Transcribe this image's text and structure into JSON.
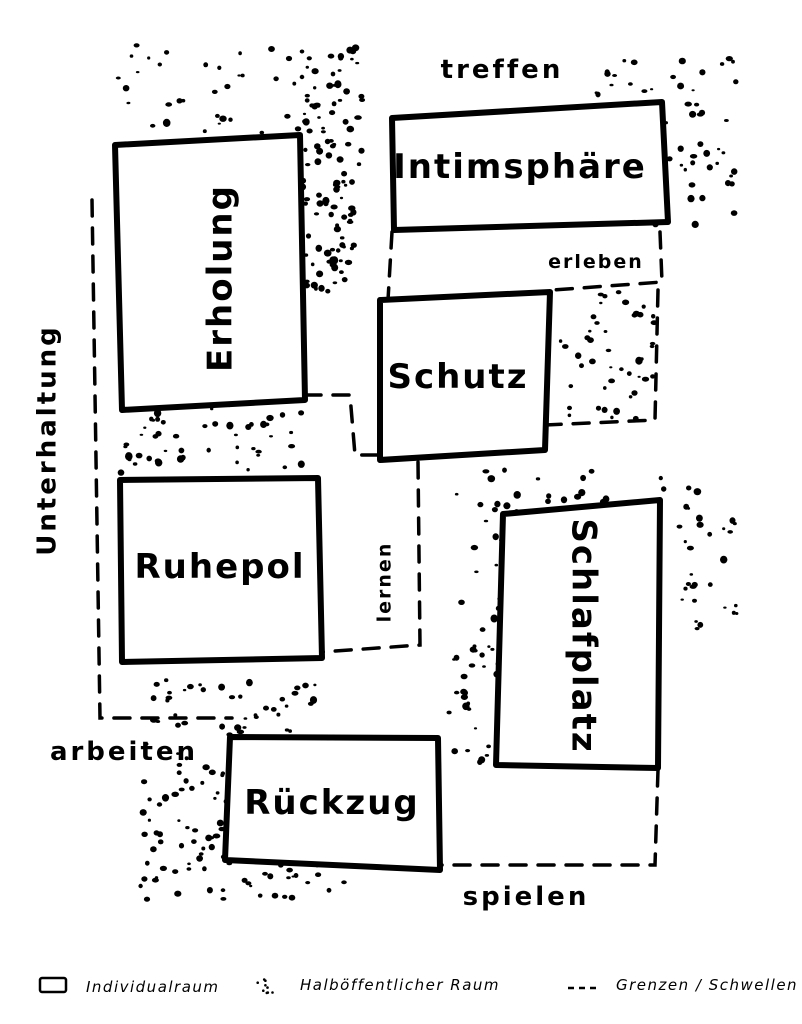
{
  "rooms": {
    "erholung": "Erholung",
    "intimsphaere": "Intimsphäre",
    "schutz": "Schutz",
    "ruhepol": "Ruhepol",
    "schlafplatz": "Schlafplatz",
    "rueckzug": "Rückzug"
  },
  "activities": {
    "treffen": "treffen",
    "erleben": "erleben",
    "unterhaltung": "Unterhaltung",
    "lernen": "lernen",
    "arbeiten": "arbeiten",
    "spielen": "spielen"
  },
  "legend": {
    "individualraum": "Individualraum",
    "halboeffentlich": "Halböffentlicher Raum",
    "grenzen": "Grenzen / Schwellen"
  }
}
